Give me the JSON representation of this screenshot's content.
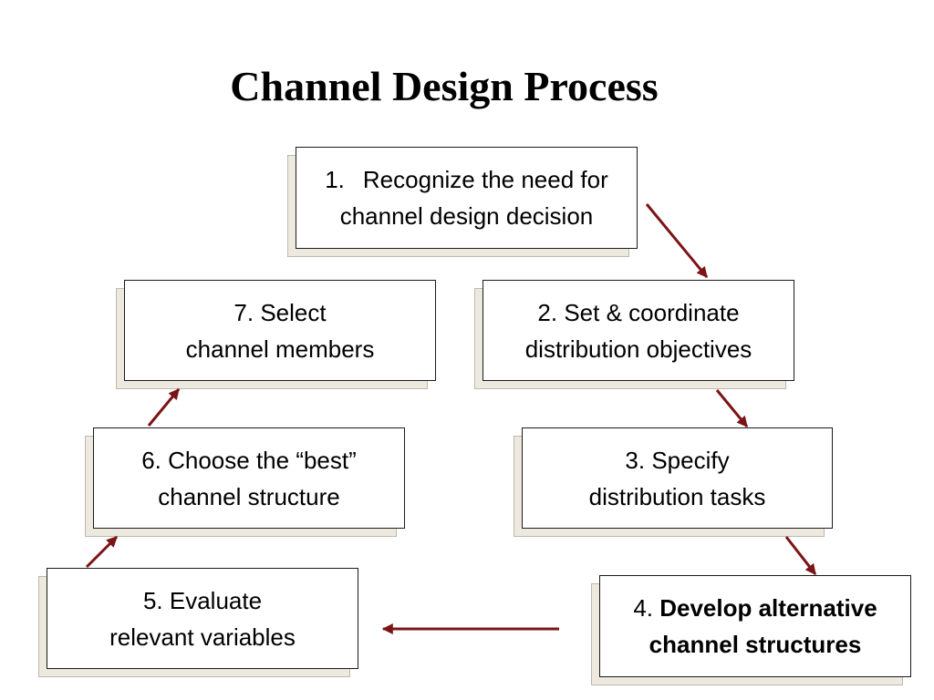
{
  "title": "Channel Design Process",
  "steps": {
    "s1": {
      "line1_num": "1.",
      "line1_text": "Recognize the need for",
      "line2": "channel design decision"
    },
    "s2": {
      "line1": "2. Set & coordinate",
      "line2": "distribution objectives"
    },
    "s3": {
      "line1": "3. Specify",
      "line2": "distribution tasks"
    },
    "s4": {
      "line1_num": "4. ",
      "line1_bold": "Develop alternative",
      "line2": "channel structures"
    },
    "s5": {
      "line1": "5. Evaluate",
      "line2": "relevant variables"
    },
    "s6": {
      "line1": "6. Choose the “best”",
      "line2": "channel structure"
    },
    "s7": {
      "line1": "7. Select",
      "line2": "channel members"
    }
  },
  "colors": {
    "arrow": "#7b1416",
    "box_border": "#1a1a1a",
    "box_shadow": "#ede9df"
  }
}
